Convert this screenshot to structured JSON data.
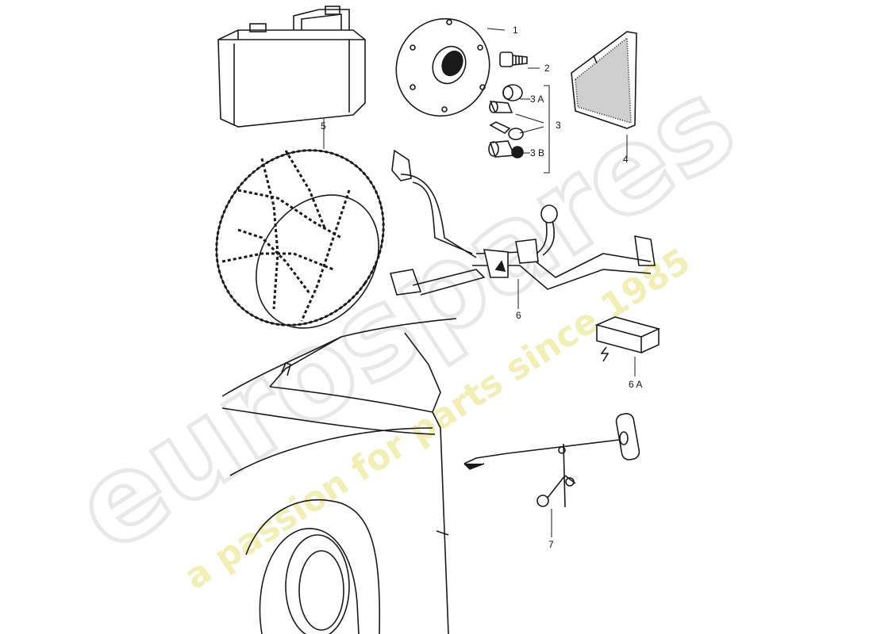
{
  "watermark": {
    "brand": "eurospares",
    "tagline": "a passion for parts since 1985",
    "brand_color": "#e6e6e6",
    "tagline_color": "#f2eeb0"
  },
  "callouts": {
    "p1": "1",
    "p2": "2",
    "p3": "3",
    "p3a": "3 A",
    "p3b": "3 B",
    "p4": "4",
    "p5": "5",
    "p6": "6",
    "p6a": "6 A",
    "p7": "7"
  },
  "icons": {
    "case": "carry-case-icon",
    "chains": "snow-chain-icon",
    "hub": "hub-adapter-icon",
    "bolt": "bolt-icon",
    "lock": "lock-cylinder-icon",
    "key": "key-icon",
    "mudflap": "mud-flap-icon",
    "towbar": "tow-hitch-icon",
    "box": "electrical-kit-icon",
    "mirror": "wing-mirror-icon",
    "car": "car-front-icon"
  },
  "colors": {
    "line": "#1a1a1a",
    "background": "#ffffff"
  }
}
